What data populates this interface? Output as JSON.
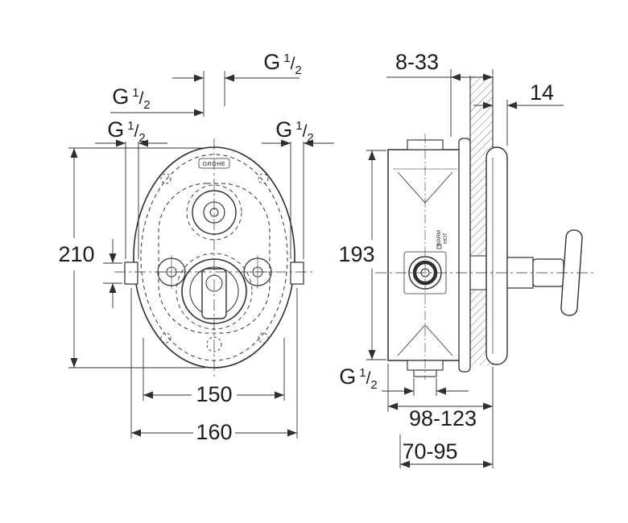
{
  "meta": {
    "background": "#ffffff",
    "line_color": "#2f2f2f",
    "drawing_type": "installation dimension drawing"
  },
  "thread": {
    "base": "G",
    "numerator": "1",
    "slash": "/",
    "denominator": "2"
  },
  "dimensions": {
    "front_height": "210",
    "side_height": "193",
    "front_body_width": "150",
    "front_overall_width": "160",
    "wall_depth_range": "8-33",
    "plate_thickness": "14",
    "install_depth_max": "98-123",
    "install_depth_min": "70-95"
  },
  "body_markings": {
    "brand": "GROHE",
    "warm": "WARM",
    "hot": "HOT"
  }
}
